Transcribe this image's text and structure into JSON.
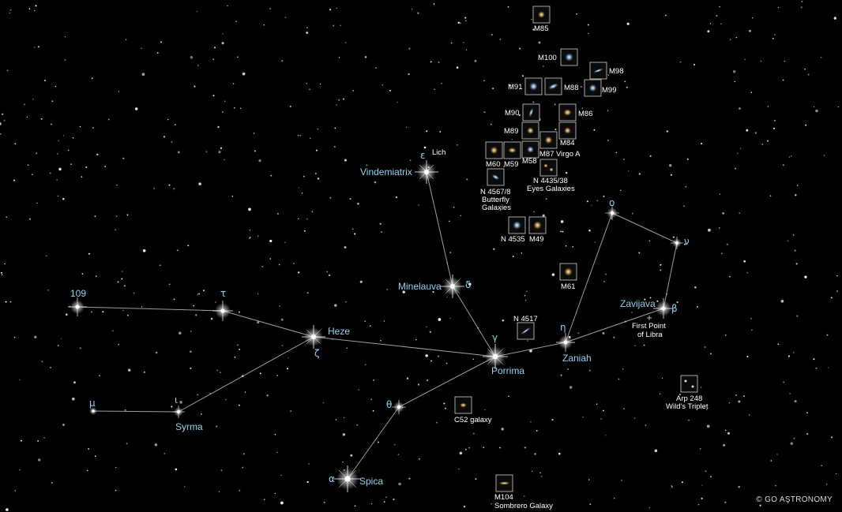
{
  "credit": "© GO ASTRONOMY",
  "stars": [
    {
      "id": "spica",
      "name": "Spica",
      "greek": "α"
    },
    {
      "id": "porrima",
      "name": "Porrima",
      "greek": "γ"
    },
    {
      "id": "heze",
      "name": "Heze",
      "greek": "ζ"
    },
    {
      "id": "minelauva",
      "name": "Minelauva",
      "greek": "δ"
    },
    {
      "id": "vindemiatrix",
      "name": "Vindemiatrix",
      "greek": "ε"
    },
    {
      "id": "zaniah",
      "name": "Zaniah",
      "greek": "η"
    },
    {
      "id": "zavijava",
      "name": "Zavijava",
      "greek": "β"
    },
    {
      "id": "syrma",
      "name": "Syrma",
      "greek": "ι"
    },
    {
      "id": "theta",
      "name": "",
      "greek": "θ"
    },
    {
      "id": "tau",
      "name": "",
      "greek": "τ"
    },
    {
      "id": "mu",
      "name": "",
      "greek": "μ"
    },
    {
      "id": "nu",
      "name": "",
      "greek": "ν"
    },
    {
      "id": "omicron",
      "name": "",
      "greek": "ο"
    },
    {
      "id": "109",
      "name": "109",
      "greek": ""
    },
    {
      "id": "lich",
      "name": "Lich",
      "greek": ""
    }
  ],
  "annotations": {
    "first_point_libra": [
      "First Point",
      "of Libra"
    ]
  },
  "objects": [
    {
      "id": "m85",
      "label": [
        "M85"
      ]
    },
    {
      "id": "m100",
      "label": [
        "M100"
      ]
    },
    {
      "id": "m98",
      "label": [
        "M98"
      ]
    },
    {
      "id": "m91",
      "label": [
        "M91"
      ]
    },
    {
      "id": "m88",
      "label": [
        "M88"
      ]
    },
    {
      "id": "m99",
      "label": [
        "M99"
      ]
    },
    {
      "id": "m90",
      "label": [
        "M90"
      ]
    },
    {
      "id": "m86",
      "label": [
        "M86"
      ]
    },
    {
      "id": "m89",
      "label": [
        "M89"
      ]
    },
    {
      "id": "m84",
      "label": [
        "M84"
      ]
    },
    {
      "id": "m87",
      "label": [
        "M87"
      ]
    },
    {
      "id": "virgoa",
      "label": [
        "Virgo A"
      ]
    },
    {
      "id": "m60",
      "label": [
        "M60"
      ]
    },
    {
      "id": "m59",
      "label": [
        "M59"
      ]
    },
    {
      "id": "m58",
      "label": [
        "M58"
      ]
    },
    {
      "id": "n4435",
      "label": [
        "N 4435/38",
        "Eyes Galaxies"
      ]
    },
    {
      "id": "n4567",
      "label": [
        "N 4567/8",
        "Butterfly",
        "Galaxies"
      ]
    },
    {
      "id": "n4535",
      "label": [
        "N 4535"
      ]
    },
    {
      "id": "m49",
      "label": [
        "M49"
      ]
    },
    {
      "id": "m61",
      "label": [
        "M61"
      ]
    },
    {
      "id": "n4517",
      "label": [
        "N 4517"
      ]
    },
    {
      "id": "arp248",
      "label": [
        "Arp 248",
        "Wild's Triplet"
      ]
    },
    {
      "id": "c52",
      "label": [
        "C52 galaxy"
      ]
    },
    {
      "id": "m104",
      "label": [
        "M104",
        "Sombrero Galaxy"
      ]
    }
  ],
  "colors": {
    "background": "#000000",
    "star_label": "#8fd3f0",
    "object_label": "#ffffff",
    "constellation_line": "#b9b9b9"
  }
}
